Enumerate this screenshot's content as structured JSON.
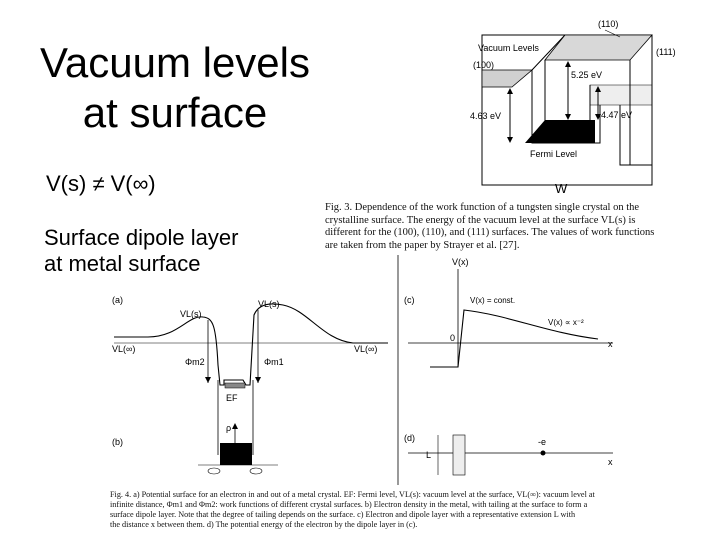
{
  "slide": {
    "title_line1": "Vacuum levels",
    "title_line2": "at surface",
    "bullet1": "V(s) ≠ V(∞)",
    "bullet2_line1": "Surface dipole layer",
    "bullet2_line2": "at metal surface"
  },
  "fig_w": {
    "label_110": "(110)",
    "label_111": "(111)",
    "label_100": "(100)",
    "vacuum_levels": "Vacuum Levels",
    "e_525": "5.25 eV",
    "e_463": "4.63 eV",
    "e_447": "4.47 eV",
    "fermi_level": "Fermi Level",
    "element": "W",
    "caption": [
      "Fig. 3. Dependence of the work function of a tungsten single crystal on the",
      "crystalline surface. The energy of the vacuum level at the surface VL(s) is",
      "different for the (100), (110), and (111) surfaces. The values of work functions",
      "are taken from the paper by Strayer et al. [27]."
    ]
  },
  "fig_4": {
    "panel_a": "(a)",
    "panel_b": "(b)",
    "panel_c": "(c)",
    "panel_d": "(d)",
    "vl_s_left": "VL(s)",
    "vl_s_right": "VL(s)",
    "vl_inf_left": "VL(∞)",
    "vl_inf_right": "VL(∞)",
    "phi2": "Φm2",
    "phi1": "Φm1",
    "ef": "EF",
    "rho": "ρ",
    "vx_axis": "V(x)",
    "vx_const": "V(x) = const.",
    "vx_inv": "V(x) ∝ x⁻²",
    "x_axis": "x",
    "zero": "0",
    "minus_e": "-e",
    "l_label": "L",
    "caption": [
      "Fig. 4. a) Potential surface for an electron in and out of a metal crystal. EF: Fermi level, VL(s): vacuum level at the surface, VL(∞): vacuum level at",
      "infinite distance, Φm1 and Φm2: work functions of different crystal surfaces. b) Electron density in the metal, with tailing at the surface to form a",
      "surface dipole layer. Note that the degree of tailing depends on the surface. c) Electron and dipole layer with a representative extension L with",
      "the distance x between them. d) The potential energy of the electron by the dipole layer in (c)."
    ]
  }
}
